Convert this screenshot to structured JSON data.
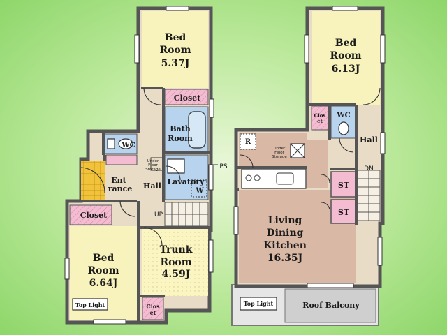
{
  "floor1": {
    "bedroom_top": {
      "name_line1": "Bed",
      "name_line2": "Room",
      "size": "5.37J"
    },
    "closet_top": "Closet",
    "bath": {
      "line1": "Bath",
      "line2": "Room"
    },
    "wc": "WC",
    "entrance": {
      "line1": "Ent",
      "line2": "rance"
    },
    "underfloor": {
      "line1": "Under",
      "line2": "Floor",
      "line3": "Storage"
    },
    "hall": "Hall",
    "lavatory": "Lavatory",
    "washer": "W",
    "ps": "PS",
    "up": "UP",
    "closet_left": "Closet",
    "bedroom_left": {
      "name_line1": "Bed",
      "name_line2": "Room",
      "size": "6.64J"
    },
    "top_light": "Top Light",
    "trunk": {
      "line1": "Trunk",
      "line2": "Room",
      "size": "4.59J"
    },
    "closet_bottom": {
      "line1": "Clos",
      "line2": "et"
    }
  },
  "floor2": {
    "bedroom": {
      "name_line1": "Bed",
      "name_line2": "Room",
      "size": "6.13J"
    },
    "closet": {
      "line1": "Clos",
      "line2": "et"
    },
    "wc": "WC",
    "hall": "Hall",
    "dn": "DN",
    "r": "R",
    "underfloor": {
      "line1": "Under",
      "line2": "Floor",
      "line3": "Storage"
    },
    "st1": "ST",
    "st2": "ST",
    "ldk": {
      "line1": "Living",
      "line2": "Dining",
      "line3": "Kitchen",
      "size": "16.35J"
    },
    "top_light": "Top Light",
    "roof_balcony": "Roof Balcony"
  },
  "colors": {
    "bedroom": "#f8f3bd",
    "bath": "#b7d3ee",
    "closet": "#f4bcd1",
    "hall": "#e9dcc7",
    "trunk": "#fbf5c2",
    "ldk": "#d9b8a5",
    "entrance": "#f2c33a",
    "balcony": "#cfcfcf",
    "wall": "#555555"
  }
}
